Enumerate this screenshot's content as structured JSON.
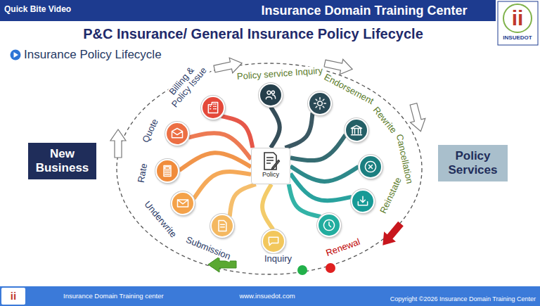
{
  "diagram": {
    "title": "P&C Insurance/ General Insurance Policy Lifecycle",
    "nodes": [
      {
        "text": [
          "New Business"
        ]
      },
      {
        "text": [
          "Policy"
        ]
      },
      {
        "text": [
          "Inquiry"
        ]
      },
      {
        "text": [
          "Submission"
        ]
      },
      {
        "text": [
          "Underwrite"
        ]
      },
      {
        "text": [
          "Rate"
        ]
      },
      {
        "text": [
          "Quote"
        ]
      },
      {
        "text": [
          "Billing & Policy Issue"
        ]
      },
      {
        "text": [
          "Policy service Inquiry"
        ]
      },
      {
        "text": [
          "Endorsement"
        ]
      },
      {
        "text": [
          "Rewrite"
        ]
      },
      {
        "text": [
          "Cancellation"
        ]
      },
      {
        "text": [
          "Reinstate"
        ]
      },
      {
        "text": [
          "Renewal"
        ]
      },
      {
        "text": [
          "Policy Services"
        ]
      }
    ],
    "edges": [
      {
        "from": 1,
        "to": 2,
        "arrow": "none"
      },
      {
        "from": 1,
        "to": 3,
        "arrow": "none"
      },
      {
        "from": 1,
        "to": 4,
        "arrow": "none"
      },
      {
        "from": 1,
        "to": 5,
        "arrow": "none"
      },
      {
        "from": 1,
        "to": 6,
        "arrow": "none"
      },
      {
        "from": 1,
        "to": 7,
        "arrow": "none"
      },
      {
        "from": 1,
        "to": 8,
        "arrow": "none"
      },
      {
        "from": 1,
        "to": 9,
        "arrow": "none"
      },
      {
        "from": 1,
        "to": 10,
        "arrow": "none"
      },
      {
        "from": 1,
        "to": 11,
        "arrow": "none"
      },
      {
        "from": 1,
        "to": 12,
        "arrow": "none"
      },
      {
        "from": 1,
        "to": 13,
        "arrow": "none"
      }
    ],
    "labels": [
      "Quick Bite Video",
      "Insurance Domain Training Center",
      "ii",
      "INSUEDOT",
      "Insurance Policy Lifecycle",
      "ii",
      "Insurance Domain Training center",
      "www.insuedot.com",
      "Copyright ©2026 Insurance Domain Training Center"
    ]
  }
}
